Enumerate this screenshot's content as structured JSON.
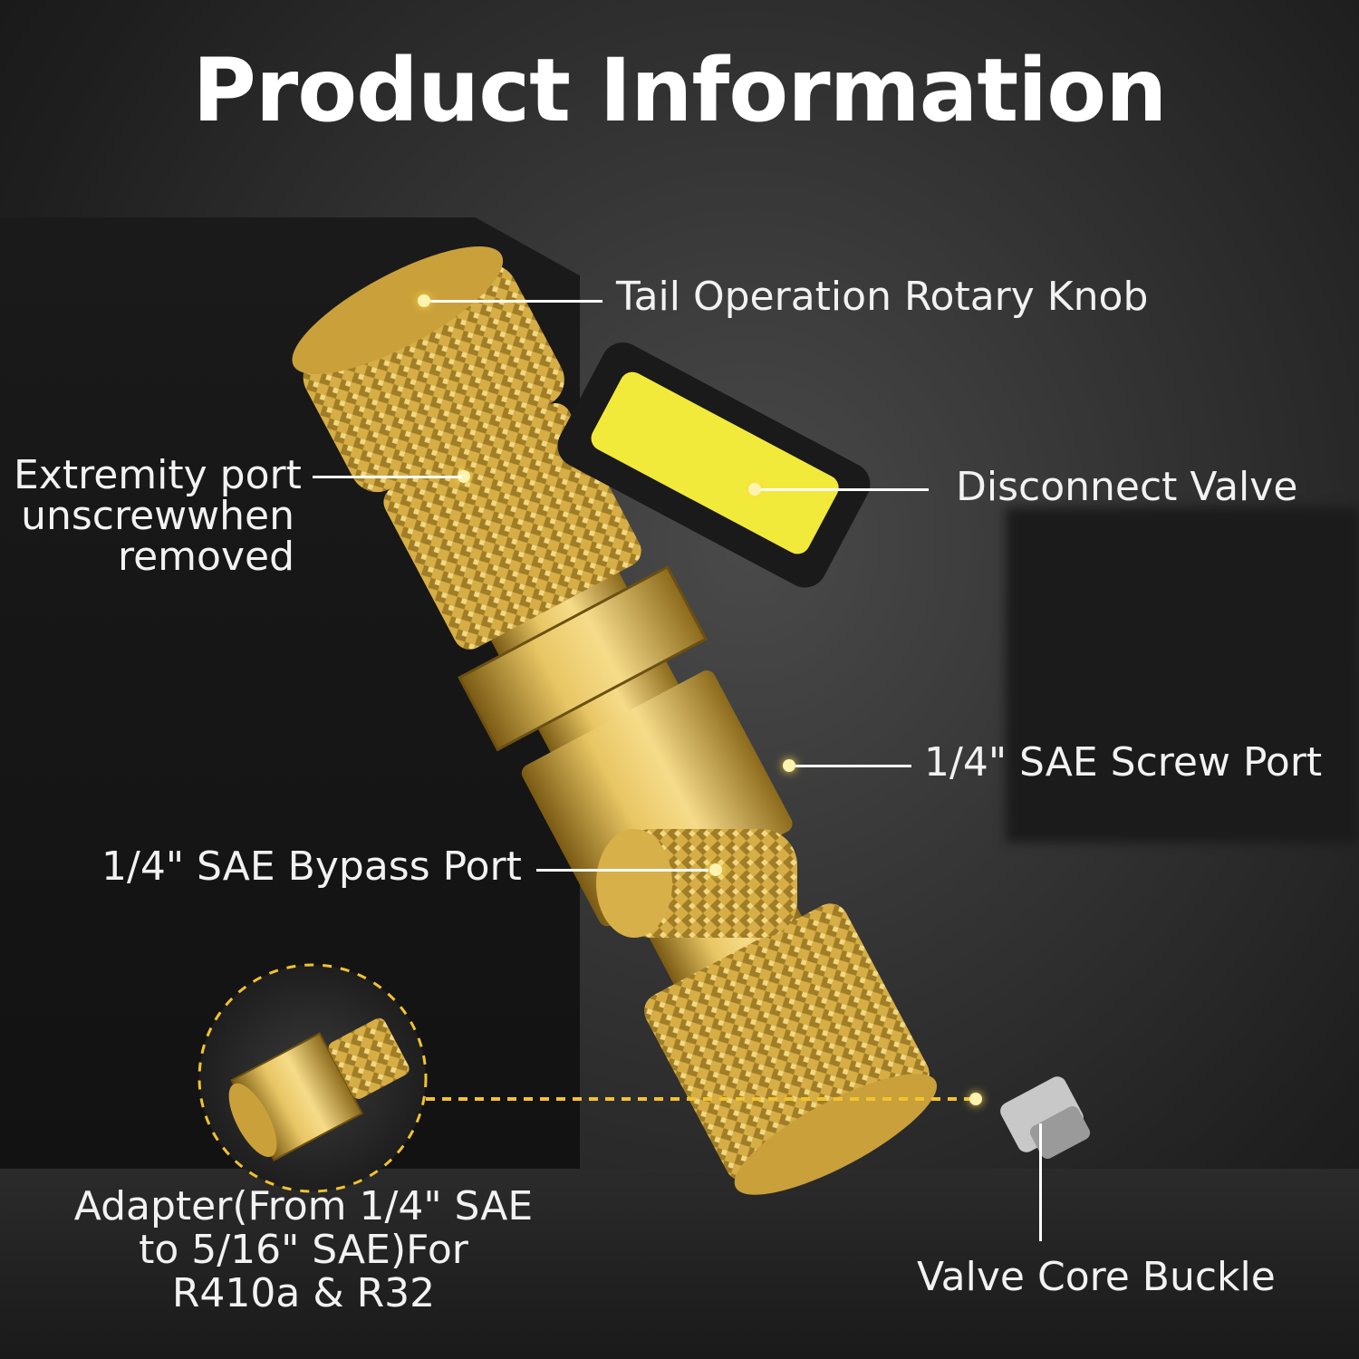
{
  "title": "Product Information",
  "labels": {
    "tail_knob": "Tail Operation Rotary Knob",
    "extremity_port_1": "Extremity port",
    "extremity_port_2": "unscrewwhen",
    "extremity_port_3": "removed",
    "disconnect_valve": "Disconnect Valve",
    "screw_port": "1/4\" SAE Screw Port",
    "bypass_port": "1/4\" SAE Bypass Port",
    "adapter_1": "Adapter(From 1/4\" SAE",
    "adapter_2": "to 5/16\" SAE)For",
    "adapter_3": "R410a & R32",
    "valve_core": "Valve Core Buckle"
  },
  "colors": {
    "brass": "#d9b24a",
    "brass_dark": "#8a6a1c",
    "handle_yellow": "#f2ea3a",
    "handle_black": "#1a1a1a",
    "dashed_line": "#f2c230"
  }
}
